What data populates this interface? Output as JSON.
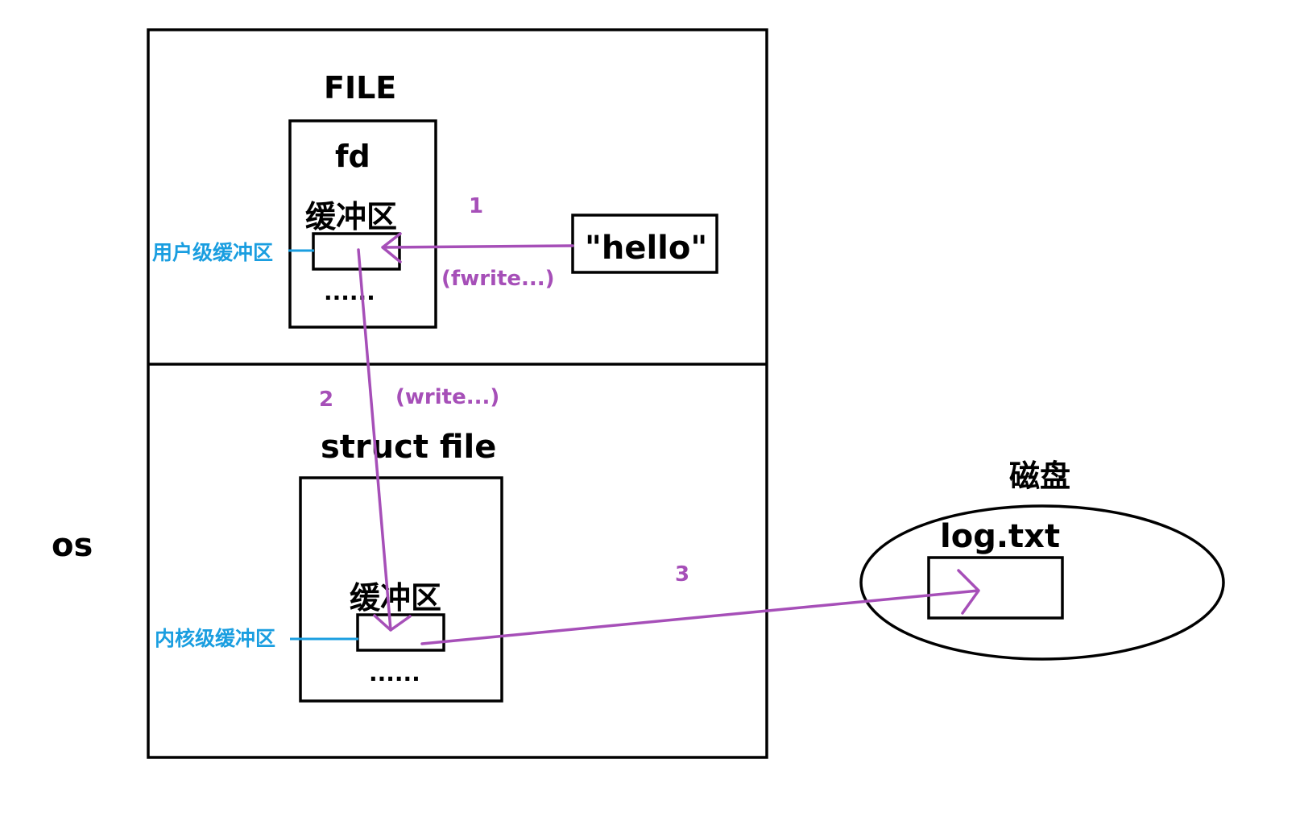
{
  "colors": {
    "outline": "#000000",
    "label_blue": "#1a9ee0",
    "arrow_purple": "#a64fb8"
  },
  "labels": {
    "os": "os",
    "file_title": "FILE",
    "fd": "fd",
    "user_buffer_title": "缓冲区",
    "user_ellipsis": "......",
    "user_buffer_label": "用户级缓冲区",
    "hello": "\"hello\"",
    "struct_file_title": "struct file",
    "kernel_buffer_title": "缓冲区",
    "kernel_ellipsis": "......",
    "kernel_buffer_label": "内核级缓冲区",
    "disk_title": "磁盘",
    "log_file": "log.txt"
  },
  "steps": [
    {
      "number": "1",
      "call": "(fwrite...)"
    },
    {
      "number": "2",
      "call": "(write...)"
    },
    {
      "number": "3",
      "call": ""
    }
  ]
}
